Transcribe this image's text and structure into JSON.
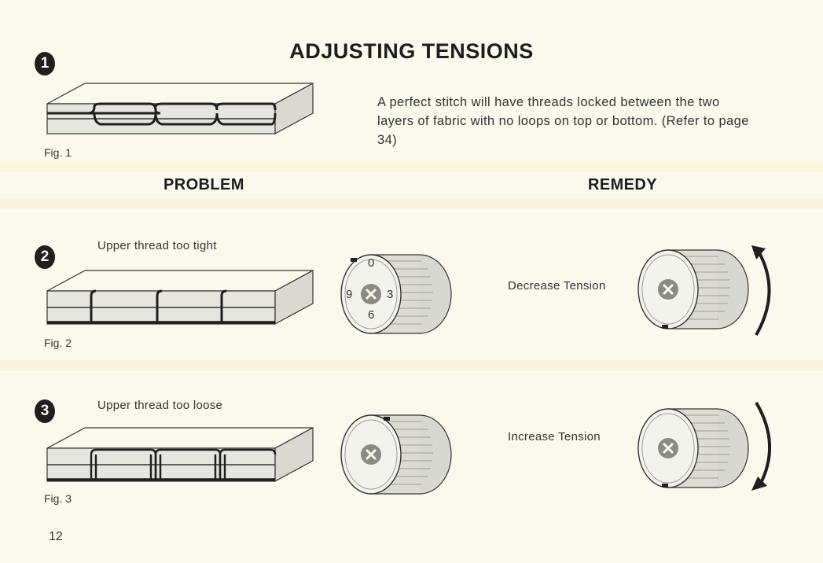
{
  "page": {
    "title": "ADJUSTING TENSIONS",
    "intro_text": "A perfect stitch will have threads locked between the two layers of fabric with no loops on top or bottom. (Refer to page 34)",
    "page_number": "12"
  },
  "steps": [
    {
      "badge": "1",
      "figure_label": "Fig. 1"
    },
    {
      "badge": "2",
      "caption": "Upper thread too tight",
      "figure_label": "Fig. 2"
    },
    {
      "badge": "3",
      "caption": "Upper thread too loose",
      "figure_label": "Fig. 3"
    }
  ],
  "headings": {
    "problem": "PROBLEM",
    "remedy": "REMEDY"
  },
  "remedies": {
    "decrease": "Decrease Tension",
    "increase": "Increase Tension"
  },
  "dial": {
    "numbers": [
      "0",
      "3",
      "6",
      "9"
    ]
  },
  "colors": {
    "ink": "#1f1f1f",
    "paper": "#fbf8ee",
    "band": "#f7f2d8"
  }
}
